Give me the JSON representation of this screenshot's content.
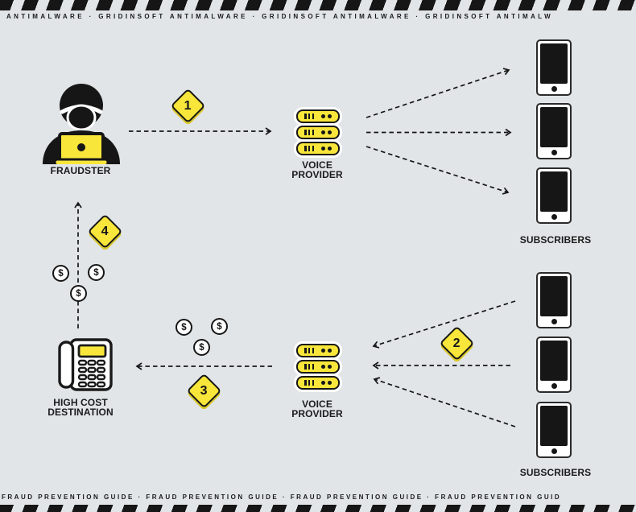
{
  "banner_top": {
    "text": "ANTIMALWARE · GRIDINSOFT ANTIMALWARE · GRIDINSOFT ANTIMALWARE · GRIDINSOFT ANTIMALW"
  },
  "banner_bottom": {
    "text": "FRAUD PREVENTION GUIDE · FRAUD PREVENTION GUIDE · FRAUD PREVENTION GUIDE · FRAUD PREVENTION GUID"
  },
  "nodes": {
    "fraudster": {
      "label": "FRAUDSTER"
    },
    "voice_provider_top": {
      "line1": "VOICE",
      "line2": "PROVIDER"
    },
    "voice_provider_bottom": {
      "line1": "VOICE",
      "line2": "PROVIDER"
    },
    "subscribers_top": {
      "label": "SUBSCRIBERS"
    },
    "subscribers_bottom": {
      "label": "SUBSCRIBERS"
    },
    "high_cost_destination": {
      "line1": "HIGH COST",
      "line2": "DESTINATION"
    }
  },
  "steps": {
    "one": "1",
    "two": "2",
    "three": "3",
    "four": "4"
  },
  "symbols": {
    "money": "$"
  },
  "colors": {
    "background": "#e1e5e8",
    "accent_yellow": "#f8e63a",
    "ink": "#161616"
  }
}
